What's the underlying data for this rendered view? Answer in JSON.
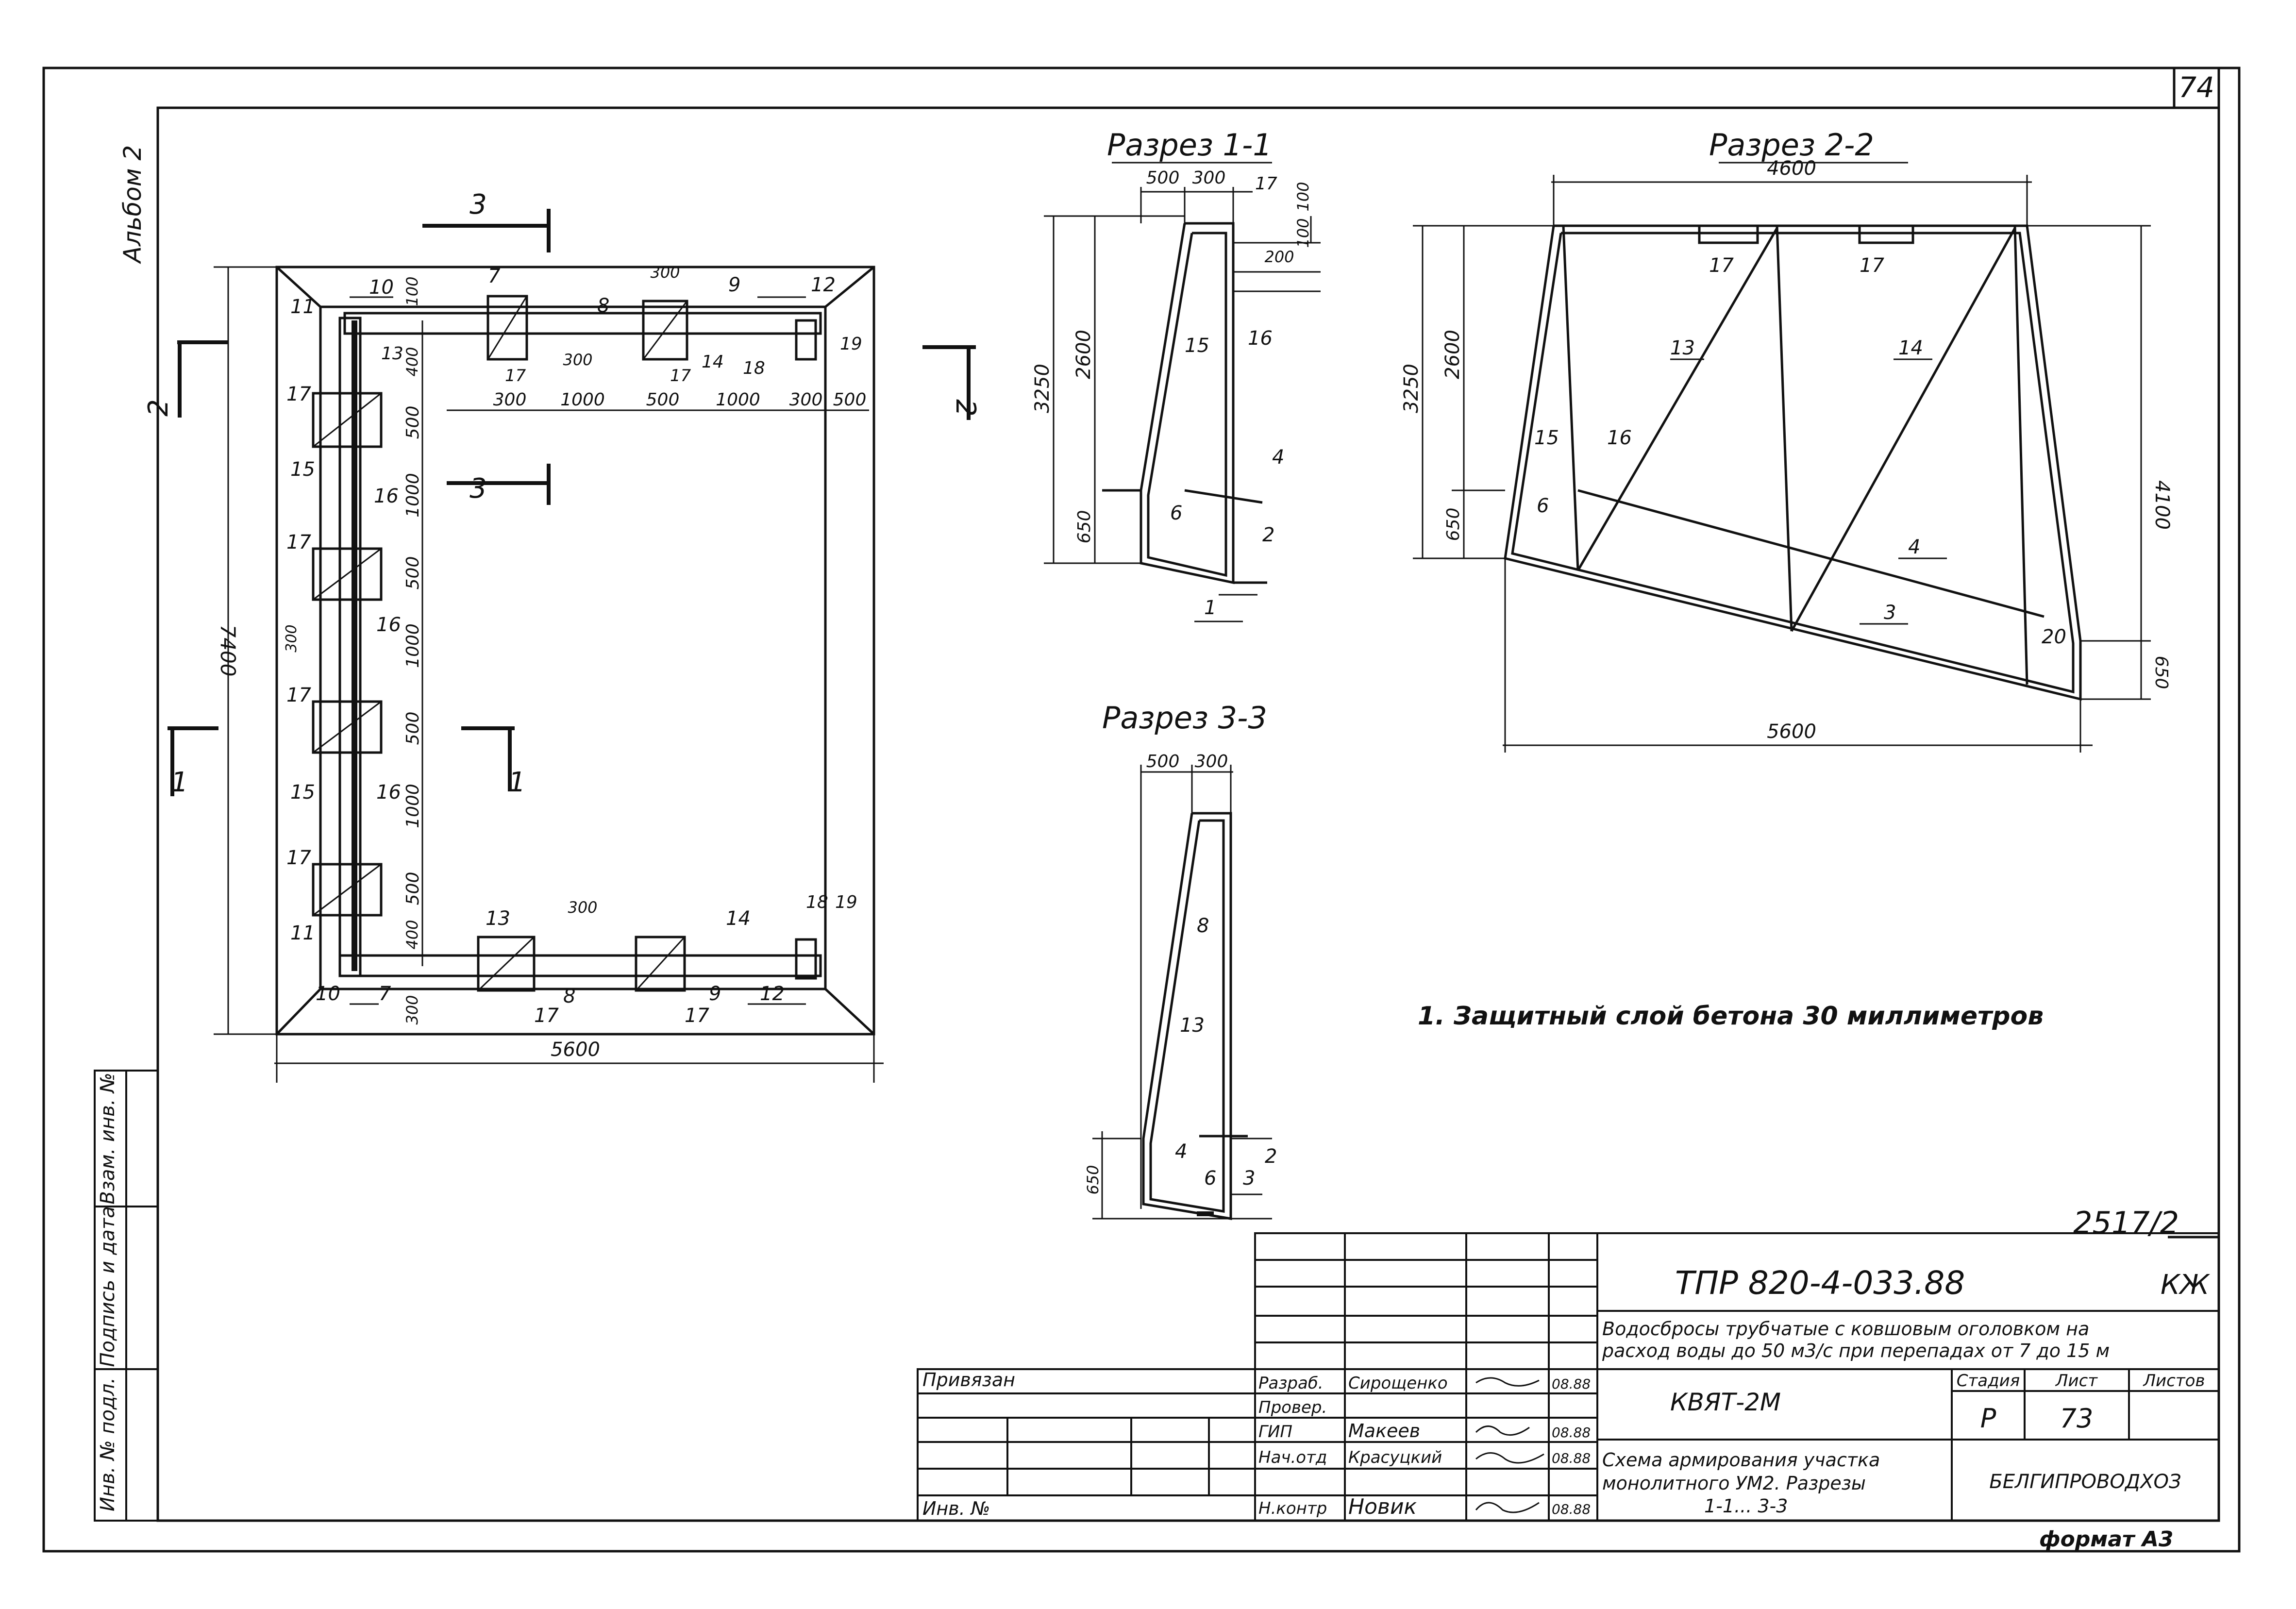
{
  "sheet": {
    "corner_number": "74",
    "album": "Альбом 2",
    "format": "формат А3",
    "doc_number": "2517/2",
    "note": "1. Защитный слой бетона 30 миллиметров"
  },
  "plan": {
    "width_dim": "5600",
    "height_dim": "7400",
    "cuts": {
      "c1": "1",
      "c2": "2",
      "c3": "3"
    },
    "top_dims": [
      "300",
      "1000",
      "500",
      "1000",
      "300",
      "500"
    ],
    "top_dim_small": "300",
    "top_dim_left": "300",
    "top_vert_dims": [
      "100",
      "400"
    ],
    "bottom_dim_small": "300",
    "bottom_vert_dims": [
      "400",
      "300"
    ],
    "side_dims": [
      "500",
      "1000",
      "500",
      "1000",
      "500",
      "1000",
      "500"
    ],
    "side_dim_small": "300",
    "labels": {
      "p7a": "7",
      "p7b": "7",
      "p8a": "8",
      "p8b": "8",
      "p9a": "9",
      "p9b": "9",
      "p10a": "10",
      "p10b": "10",
      "p11a": "11",
      "p11b": "11",
      "p12a": "12",
      "p12b": "12",
      "p13a": "13",
      "p13b": "13",
      "p14a": "14",
      "p14b": "14",
      "p15a": "15",
      "p15b": "15",
      "p16a": "16",
      "p16b": "16",
      "p16c": "16",
      "p17a": "17",
      "p17b": "17",
      "p17c": "17",
      "p17d": "17",
      "p17e": "17",
      "p17f": "17",
      "p17g": "17",
      "p17h": "17",
      "p18a": "18",
      "p18b": "18",
      "p19a": "19",
      "p19b": "19"
    }
  },
  "sec11": {
    "title": "Разрез 1-1",
    "dims": {
      "w1": "500",
      "w2": "300",
      "h100a": "100",
      "h100b": "100",
      "h200": "200",
      "total": "3250",
      "upper": "2600",
      "lower": "650"
    },
    "labels": {
      "p1": "1",
      "p2": "2",
      "p4": "4",
      "p6": "6",
      "p15": "15",
      "p16": "16",
      "p17": "17"
    }
  },
  "sec22": {
    "title": "Разрез 2-2",
    "dims": {
      "top": "4600",
      "bottom": "5600",
      "total": "3250",
      "upper": "2600",
      "lower": "650",
      "right": "4100",
      "right_low": "650"
    },
    "labels": {
      "p3": "3",
      "p4": "4",
      "p6": "6",
      "p13": "13",
      "p14": "14",
      "p15": "15",
      "p16": "16",
      "p17a": "17",
      "p17b": "17",
      "p20": "20"
    }
  },
  "sec33": {
    "title": "Разрез 3-3",
    "dims": {
      "w1": "500",
      "w2": "300",
      "low": "650"
    },
    "labels": {
      "p2": "2",
      "p3": "3",
      "p4": "4",
      "p6": "6",
      "p8": "8",
      "p13": "13"
    }
  },
  "title_block": {
    "code": "ТПР 820-4-033.88",
    "mark": "КЖ",
    "desc1": "Водосбросы трубчатые с ковшовым оголовком на",
    "desc2": "расход воды до 50 м3/с при перепадах от 7 до 15 м",
    "element": "КВЯТ-2М",
    "sheet_title1": "Схема армирования участка",
    "sheet_title2": "монолитного УМ2. Разрезы",
    "sheet_title3": "1-1... 3-3",
    "stage_header": "Стадия",
    "sheet_header": "Лист",
    "sheets_header": "Листов",
    "stage": "Р",
    "sheet_no": "73",
    "org": "БЕЛГИПРОВОДХОЗ",
    "roles": [
      "Разраб.",
      "Провер.",
      "ГИП",
      "Нач.отд",
      "Н.контр"
    ],
    "names": [
      "Сирощенко",
      "",
      "Макеев",
      "Красуцкий",
      "Новик"
    ],
    "dates": [
      "08.88",
      "",
      "08.88",
      "08.88",
      "08.88"
    ],
    "privyazan": "Привязан",
    "inv": "Инв. №"
  },
  "side_stamp": {
    "inv_podl": "Инв. № подл.",
    "podpis": "Подпись и дата",
    "vzam": "Взам. инв. №"
  }
}
